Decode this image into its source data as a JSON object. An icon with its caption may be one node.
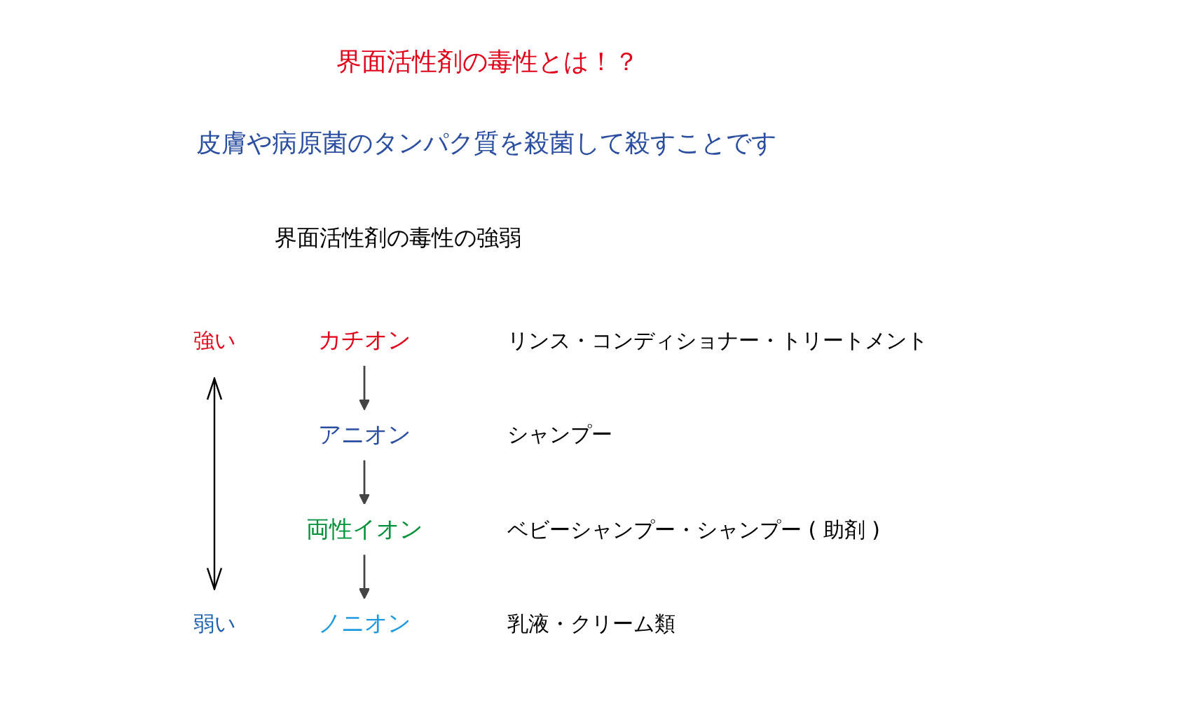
{
  "diagram": {
    "title": "界面活性剤の毒性とは！？",
    "nodes": [
      {
        "text": [
          "カチオン"
        ]
      },
      {
        "text": [
          "アニオン"
        ]
      },
      {
        "text": [
          "両性イオン"
        ]
      },
      {
        "text": [
          "ノニオン"
        ]
      }
    ],
    "edges": [
      {
        "from": 0,
        "to": 1,
        "arrow": "to"
      },
      {
        "from": 1,
        "to": 2,
        "arrow": "to"
      },
      {
        "from": 2,
        "to": 3,
        "arrow": "to"
      }
    ],
    "labels": [
      "皮膚や病原菌のタンパク質を殺菌して殺すことです",
      "界面活性剤の毒性の強弱",
      "強い",
      "リンス・コンディショナー・トリートメント",
      "シャンプー",
      "ベビーシャンプー・シャンプー ( 助剤 )",
      "弱い",
      "乳液・クリーム類"
    ]
  }
}
